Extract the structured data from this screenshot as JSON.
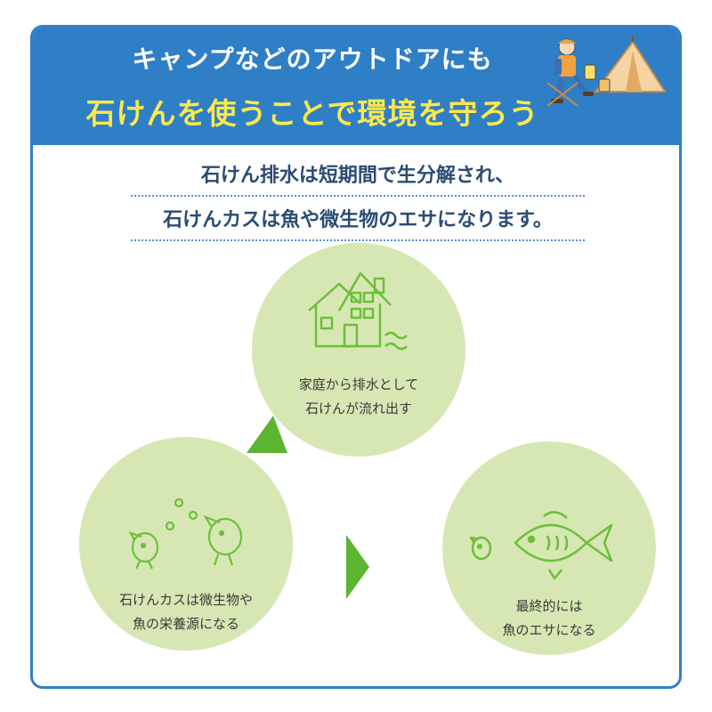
{
  "header": {
    "line1": "キャンプなどのアウトドアにも",
    "line2": "石けんを使うことで環境を守ろう"
  },
  "subtitle": {
    "line1": "石けん排水は短期間で生分解され、",
    "line2": "石けんカスは魚や微生物のエサになります。"
  },
  "steps": [
    {
      "line1": "家庭から排水として",
      "line2": "石けんが流れ出す",
      "icon": "house-icon"
    },
    {
      "line1": "石けんカスは微生物や",
      "line2": "魚の栄養源になる",
      "icon": "microorganism-icon"
    },
    {
      "line1": "最終的には",
      "line2": "魚のエサになる",
      "icon": "fish-icon"
    }
  ],
  "colors": {
    "header_bg": "#2f7fc7",
    "header_title": "#ffffff",
    "header_highlight": "#ffe94a",
    "subtitle_text": "#2b4c73",
    "circle_fill": "#d7e7b4",
    "icon_stroke": "#6cbf3a",
    "arrow": "#5cb531"
  }
}
